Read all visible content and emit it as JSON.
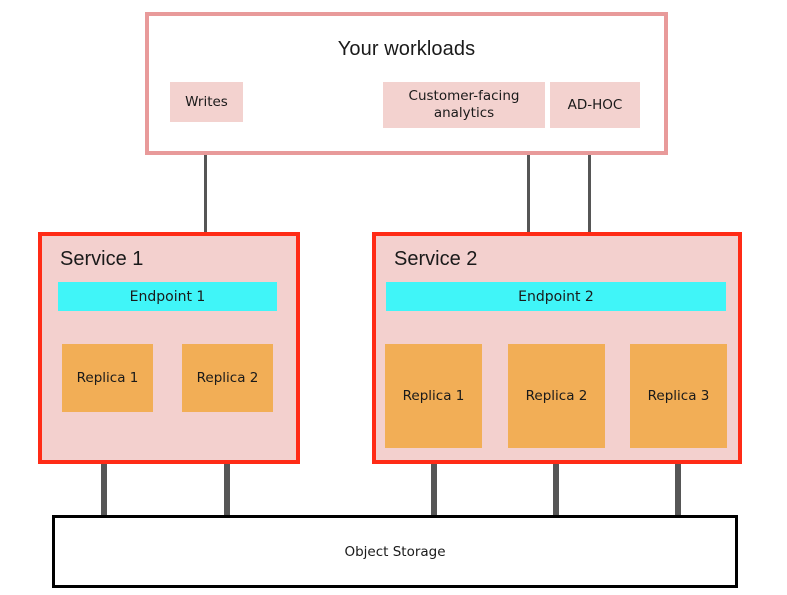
{
  "diagram": {
    "workloads": {
      "title": "Your workloads",
      "border_color": "#e89a9a",
      "chips": [
        {
          "label": "Writes",
          "fill": "#f3d2cf"
        },
        {
          "label": "Customer-facing analytics",
          "fill": "#f3d2cf"
        },
        {
          "label": "AD-HOC",
          "fill": "#f3d2cf"
        }
      ]
    },
    "services": [
      {
        "title": "Service 1",
        "border_color": "#ff2b16",
        "fill": "#f3d0ce",
        "endpoint": {
          "label": "Endpoint 1",
          "fill": "#40f5f8"
        },
        "replicas": [
          {
            "label": "Replica 1",
            "fill": "#f2ae56"
          },
          {
            "label": "Replica 2",
            "fill": "#f2ae56"
          }
        ]
      },
      {
        "title": "Service 2",
        "border_color": "#ff2b16",
        "fill": "#f3d0ce",
        "endpoint": {
          "label": "Endpoint 2",
          "fill": "#40f5f8"
        },
        "replicas": [
          {
            "label": "Replica 1",
            "fill": "#f2ae56"
          },
          {
            "label": "Replica 2",
            "fill": "#f2ae56"
          },
          {
            "label": "Replica 3",
            "fill": "#f2ae56"
          }
        ]
      }
    ],
    "storage": {
      "label": "Object Storage",
      "border_color": "#000000",
      "fill": "#ffffff"
    },
    "connector_color": "#565656",
    "flows": [
      {
        "from": "Writes",
        "to": "Endpoint 1"
      },
      {
        "from": "Customer-facing analytics",
        "to": "Endpoint 2"
      },
      {
        "from": "AD-HOC",
        "to": "Endpoint 2"
      }
    ]
  }
}
